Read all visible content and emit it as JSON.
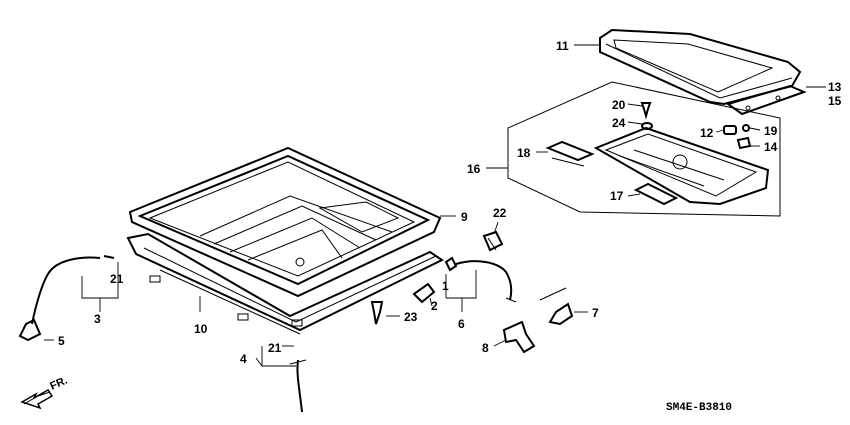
{
  "diagram_code": "SM4E-B3810",
  "direction_label": "FR.",
  "callouts": {
    "n1": "1",
    "n2": "2",
    "n3": "3",
    "n4": "4",
    "n5": "5",
    "n6": "6",
    "n7": "7",
    "n8": "8",
    "n9": "9",
    "n10": "10",
    "n11": "11",
    "n12": "12",
    "n13": "13",
    "n14": "14",
    "n15": "15",
    "n16": "16",
    "n17": "17",
    "n18": "18",
    "n19": "19",
    "n20": "20",
    "n21a": "21",
    "n21b": "21",
    "n22": "22",
    "n23": "23",
    "n24": "24"
  }
}
